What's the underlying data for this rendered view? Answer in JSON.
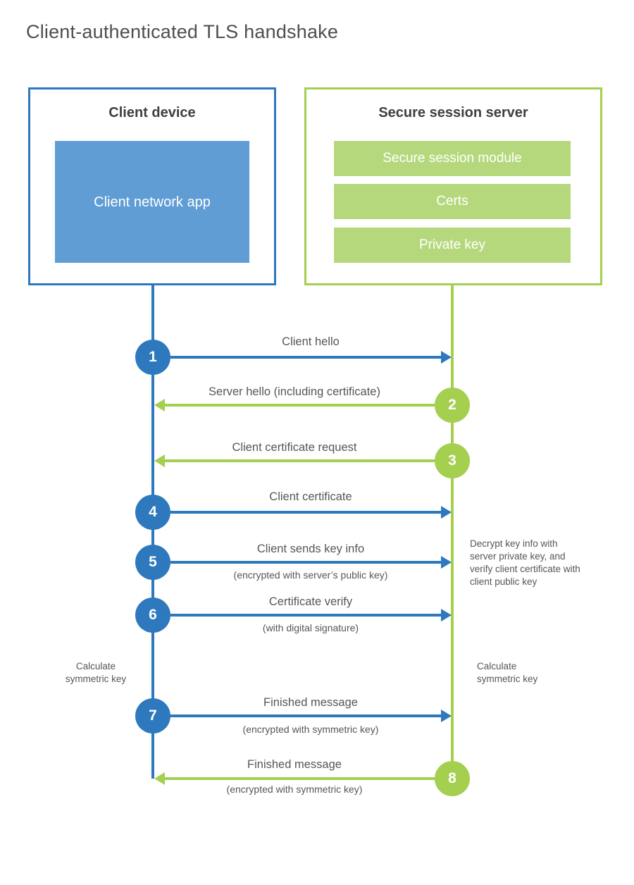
{
  "title": "Client-authenticated TLS handshake",
  "client": {
    "title": "Client device",
    "app_label": "Client network app"
  },
  "server": {
    "title": "Secure session server",
    "modules": [
      "Secure session module",
      "Certs",
      "Private key"
    ]
  },
  "steps": [
    {
      "number": "1",
      "label": "Client hello",
      "sublabel": "",
      "from": "client"
    },
    {
      "number": "2",
      "label": "Server hello (including certificate)",
      "sublabel": "",
      "from": "server"
    },
    {
      "number": "3",
      "label": "Client certificate request",
      "sublabel": "",
      "from": "server"
    },
    {
      "number": "4",
      "label": "Client certificate",
      "sublabel": "",
      "from": "client"
    },
    {
      "number": "5",
      "label": "Client sends key info",
      "sublabel": "(encrypted with server’s public key)",
      "from": "client"
    },
    {
      "number": "6",
      "label": "Certificate verify",
      "sublabel": "(with digital signature)",
      "from": "client"
    },
    {
      "number": "7",
      "label": "Finished message",
      "sublabel": "(encrypted with symmetric key)",
      "from": "client"
    },
    {
      "number": "8",
      "label": "Finished message",
      "sublabel": "(encrypted with symmetric key)",
      "from": "server"
    }
  ],
  "annotations": {
    "decrypt_note": "Decrypt key info with server private key, and verify client certificate with client public key",
    "calc_symmetric_left": "Calculate symmetric key",
    "calc_symmetric_right": "Calculate symmetric key"
  },
  "colors": {
    "client_blue": "#2e79bd",
    "client_blue_fill": "#609dd4",
    "server_green": "#a4cf4f",
    "server_green_fill": "#b6d87d"
  }
}
